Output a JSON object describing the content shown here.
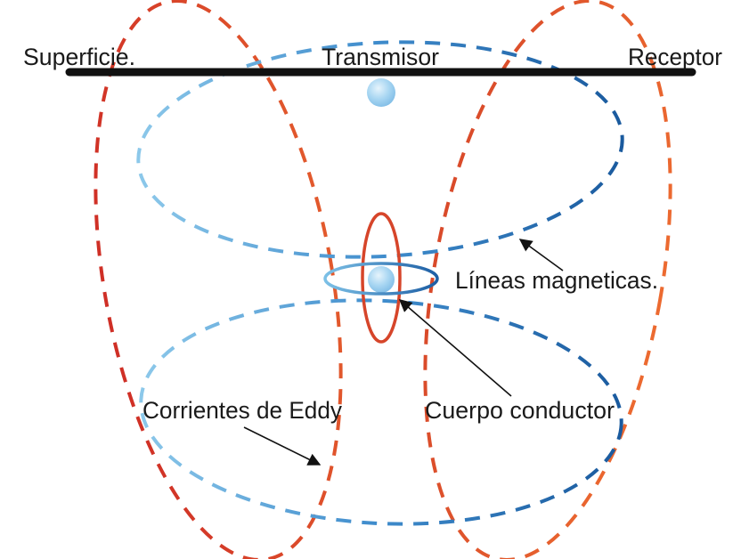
{
  "labels": {
    "surface": "Superficie.",
    "transmitter": "Transmisor",
    "receiver": "Receptor",
    "magnetic_lines": "Líneas magneticas.",
    "conductor_body": "Cuerpo conductor",
    "eddy_currents": "Corrientes de Eddy"
  },
  "colors": {
    "surface_line": "#111111",
    "eddy_current": "#d6452a",
    "magnetic_light": "#6fb6e0",
    "magnetic_dark": "#1f64a8",
    "sphere": "#9fd0f0",
    "arrow": "#111111"
  }
}
